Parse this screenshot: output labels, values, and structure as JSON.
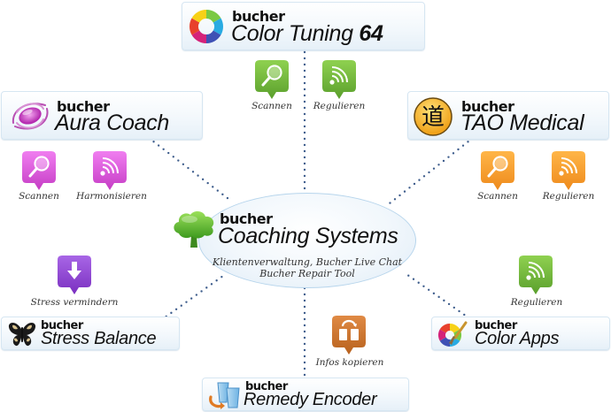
{
  "center": {
    "brand": "bucher",
    "name": "Coaching Systems",
    "subtitle_line1": "Klientenverwaltung, Bucher Live Chat",
    "subtitle_line2": "Bucher Repair Tool",
    "icon": "tree-icon"
  },
  "products": [
    {
      "id": "color-tuning",
      "brand": "bucher",
      "name": "Color Tuning",
      "name_suffix": "64",
      "icon": "color-wheel-icon",
      "functions": [
        {
          "label": "Scannen",
          "icon": "magnifier-icon",
          "color": "#6db33f"
        },
        {
          "label": "Regulieren",
          "icon": "signal-waves-icon",
          "color": "#6db33f"
        }
      ]
    },
    {
      "id": "aura-coach",
      "brand": "bucher",
      "name": "Aura Coach",
      "icon": "aura-swirl-icon",
      "functions": [
        {
          "label": "Scannen",
          "icon": "magnifier-icon",
          "color": "#d64fd6"
        },
        {
          "label": "Harmonisieren",
          "icon": "signal-waves-icon",
          "color": "#d64fd6"
        }
      ]
    },
    {
      "id": "tao-medical",
      "brand": "bucher",
      "name": "TAO Medical",
      "icon": "tao-symbol-icon",
      "icon_glyph": "道",
      "functions": [
        {
          "label": "Scannen",
          "icon": "magnifier-icon",
          "color": "#f39a2b"
        },
        {
          "label": "Regulieren",
          "icon": "signal-waves-icon",
          "color": "#f39a2b"
        }
      ]
    },
    {
      "id": "stress-balance",
      "brand": "bucher",
      "name": "Stress Balance",
      "icon": "butterfly-icon",
      "functions": [
        {
          "label": "Stress vermindern",
          "icon": "arrow-down-icon",
          "color": "#8a3fcf"
        }
      ]
    },
    {
      "id": "color-apps",
      "brand": "bucher",
      "name": "Color Apps",
      "icon": "palette-brush-icon",
      "functions": [
        {
          "label": "Regulieren",
          "icon": "signal-waves-icon",
          "color": "#6db33f"
        }
      ]
    },
    {
      "id": "remedy-encoder",
      "brand": "bucher",
      "name": "Remedy Encoder",
      "icon": "glasses-transfer-icon",
      "functions": [
        {
          "label": "Infos kopieren",
          "icon": "copy-cups-icon",
          "color": "#c8702a"
        }
      ]
    }
  ],
  "colors": {
    "connector": "#3e5d8c",
    "box_border": "#d6e6f2",
    "green": "#6db33f",
    "magenta": "#d64fd6",
    "orange": "#f39a2b",
    "purple": "#8a3fcf",
    "brown": "#c8702a"
  }
}
